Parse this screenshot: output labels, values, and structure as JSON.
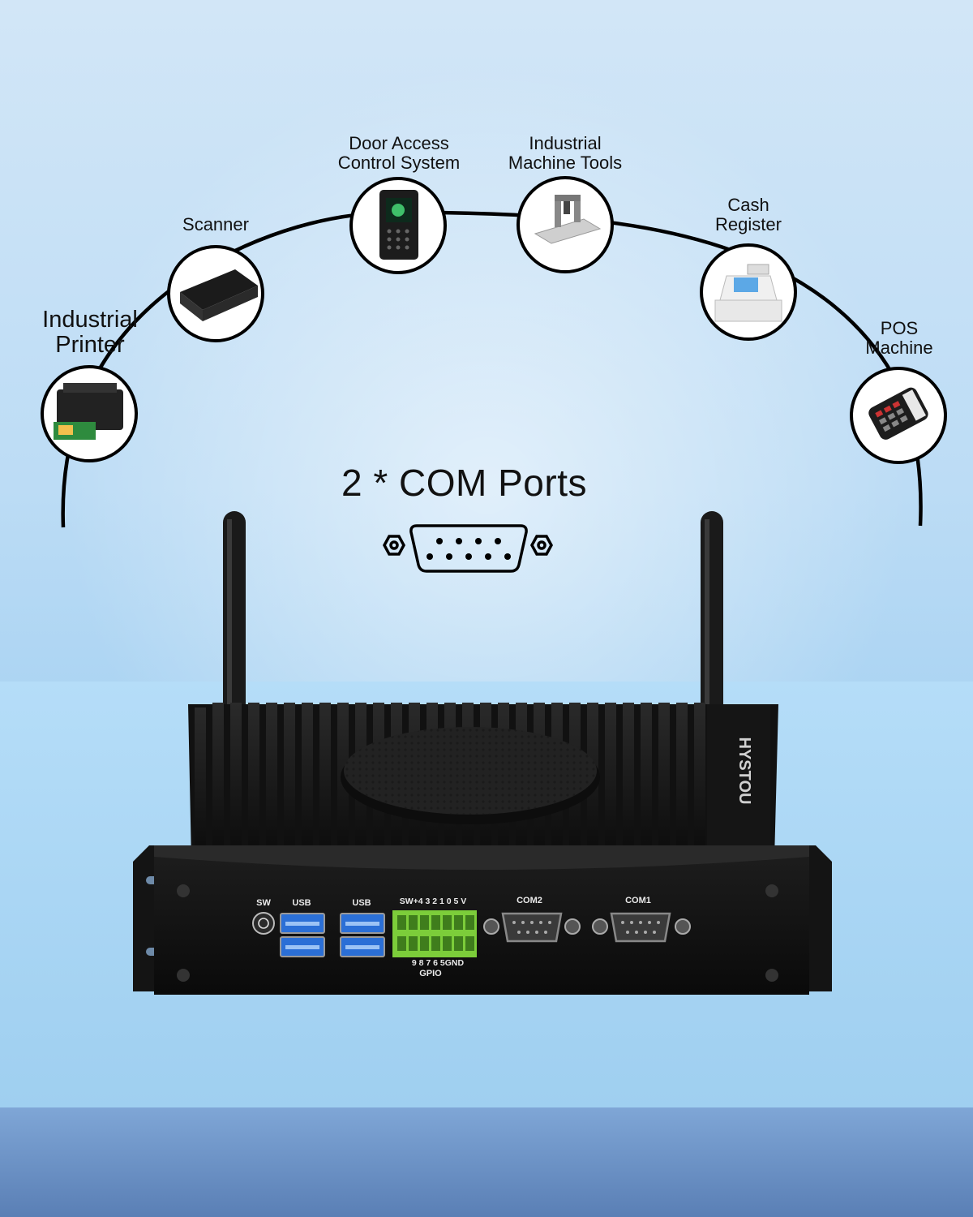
{
  "headline": "2 * COM Ports",
  "devices": {
    "industrial_printer": "Industrial\nPrinter",
    "scanner": "Scanner",
    "door_access": "Door Access\nControl System",
    "machine_tools": "Industrial\nMachine Tools",
    "cash_register": "Cash\nRegister",
    "pos_machine": "POS\nMachine"
  },
  "panel": {
    "sw": "SW",
    "usb_1": "USB",
    "usb_2": "USB",
    "gpio_top": "SW+4 3 2 1 0 5 V",
    "gpio_bottom": "9 8 7 6 5GND",
    "gpio_label": "GPIO",
    "com2": "COM2",
    "com1": "COM1",
    "brand": "HYSTOU"
  },
  "colors": {
    "background_top": "#d2e6f7",
    "floor": "#a9d3f2",
    "device_body": "#141414",
    "gpio_green": "#7ccd3a"
  }
}
